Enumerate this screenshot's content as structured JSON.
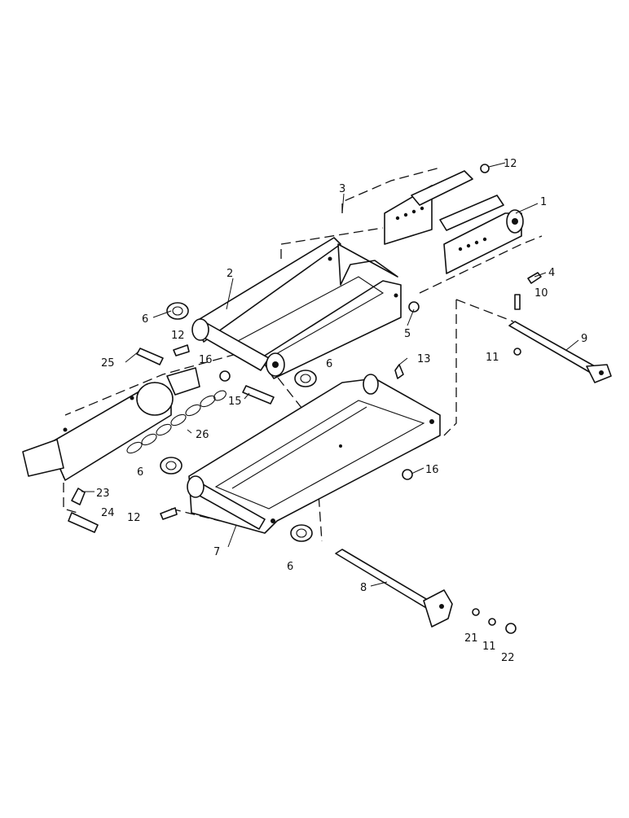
{
  "diagram": {
    "callouts": [
      "1",
      "2",
      "3",
      "4",
      "5",
      "6",
      "6",
      "6",
      "6",
      "7",
      "8",
      "9",
      "10",
      "11",
      "11",
      "12",
      "12",
      "12",
      "13",
      "15",
      "16",
      "16",
      "21",
      "22",
      "23",
      "24",
      "25",
      "26"
    ]
  }
}
